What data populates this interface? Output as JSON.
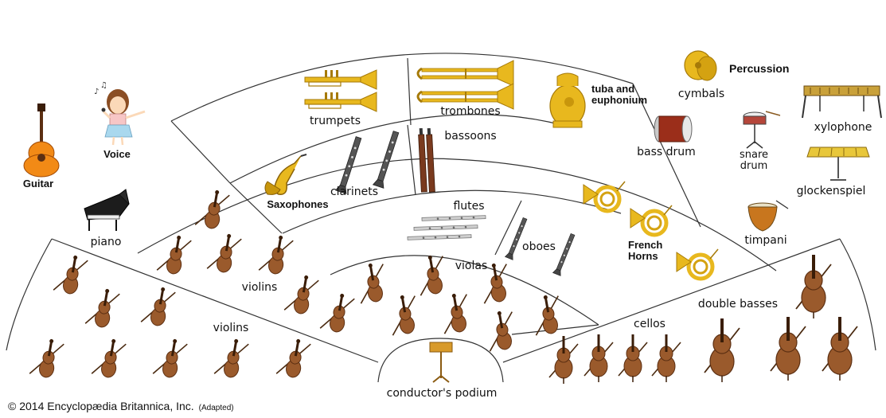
{
  "copyright": "© 2014 Encyclopædia Britannica, Inc.",
  "adapted": "(Adapted)",
  "labels": {
    "guitar": "Guitar",
    "voice": "Voice",
    "piano": "piano",
    "violins_outer": "violins",
    "violins_inner": "violins",
    "violas": "violas",
    "cellos": "cellos",
    "double_basses": "double basses",
    "conductor": "conductor's podium",
    "flutes": "flutes",
    "oboes": "oboes",
    "clarinets": "clarinets",
    "saxophones": "Saxophones",
    "bassoons": "bassoons",
    "french_horns": "French Horns",
    "trumpets": "trumpets",
    "trombones": "trombones",
    "tuba": "tuba and euphonium",
    "percussion": "Percussion",
    "cymbals": "cymbals",
    "xylophone": "xylophone",
    "bass_drum": "bass drum",
    "snare_drum": "snare drum",
    "glockenspiel": "glockenspiel",
    "timpani": "timpani"
  },
  "colors": {
    "wood": "#9a5a2c",
    "wood_dark": "#5c2f12",
    "brass": "#e8b81e",
    "brass_dark": "#a67a08",
    "silver": "#b9b9b9",
    "line": "#333333"
  }
}
